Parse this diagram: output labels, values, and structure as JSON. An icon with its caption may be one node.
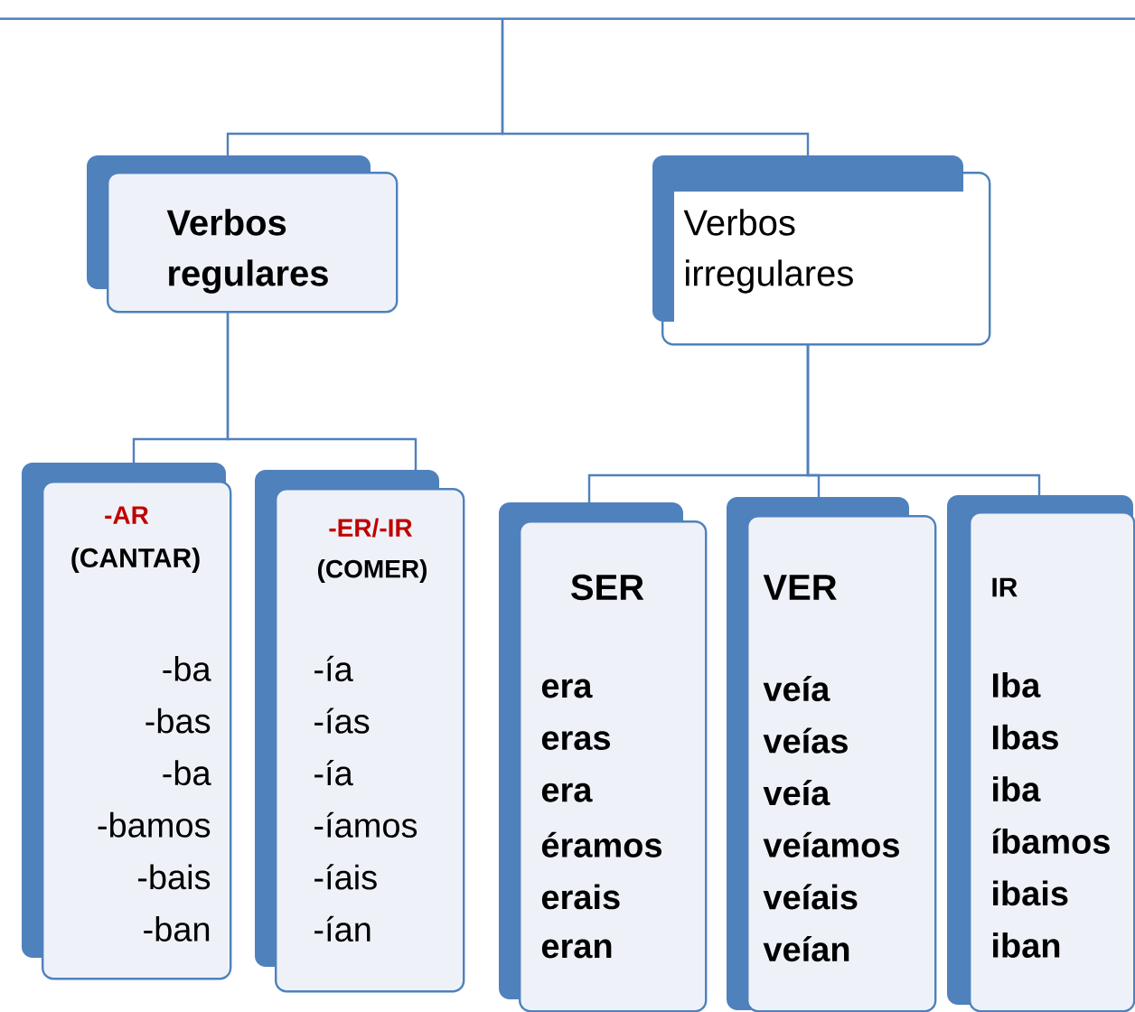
{
  "diagram": {
    "nodes": [
      {
        "text": [],
        "shape": "box"
      },
      {
        "text": [
          "Verbos regulares"
        ]
      },
      {
        "text": [
          "Verbos irregulares"
        ]
      },
      {
        "text": [
          "-AR",
          "(CANTAR)",
          "-ba",
          "-bas",
          "-ba",
          "-bamos",
          "-bais",
          "-ban"
        ]
      },
      {
        "text": [
          "-ER/-IR",
          "(COMER)",
          "-ía",
          "-ías",
          "-ía",
          "-íamos",
          "-íais",
          "-ían"
        ]
      },
      {
        "text": [
          "SER",
          "era",
          "eras",
          "era",
          "éramos",
          "erais",
          "eran"
        ]
      },
      {
        "text": [
          "VER",
          "veía",
          "veías",
          "veía",
          "veíamos",
          "veíais",
          "veían"
        ]
      },
      {
        "text": [
          "IR",
          "Iba",
          "Ibas",
          "iba",
          "íbamos",
          "ibais",
          "iban"
        ]
      }
    ],
    "edges": [
      {
        "from": 0,
        "to": 1,
        "arrow": "none"
      },
      {
        "from": 0,
        "to": 2,
        "arrow": "none"
      },
      {
        "from": 1,
        "to": 3,
        "arrow": "none"
      },
      {
        "from": 1,
        "to": 4,
        "arrow": "none"
      },
      {
        "from": 2,
        "to": 5,
        "arrow": "none"
      },
      {
        "from": 2,
        "to": 6,
        "arrow": "none"
      },
      {
        "from": 2,
        "to": 7,
        "arrow": "none"
      }
    ]
  }
}
